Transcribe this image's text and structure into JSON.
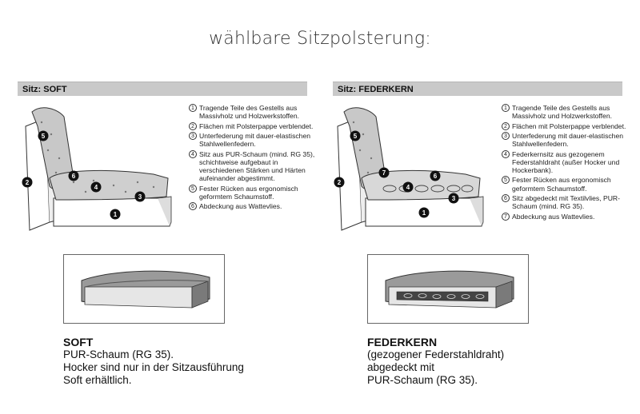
{
  "page": {
    "title": "wählbare Sitzpolsterung:"
  },
  "soft": {
    "header": "Sitz: SOFT",
    "drawing_labels": [
      "5",
      "2",
      "6",
      "4",
      "3",
      "1"
    ],
    "notes": [
      "Tragende Teile des Gestells aus Massivholz und Holzwerkstoffen.",
      "Flächen mit Polsterpappe verblendet.",
      "Unterfederung mit dauer-elastischen Stahlwellenfedern.",
      "Sitz aus PUR-Schaum (mind. RG 35), schichtweise aufgebaut in verschiedenen Stärken und Härten aufeinander abgestimmt.",
      "Fester Rücken aus ergonomisch geformtem Schaumstoff.",
      "Abdeckung aus Wattevlies."
    ],
    "caption": {
      "head": "SOFT",
      "lines": [
        "PUR-Schaum (RG 35).",
        "Hocker sind nur in der Sitzausführung",
        "Soft erhältlich."
      ]
    }
  },
  "federkern": {
    "header": "Sitz: FEDERKERN",
    "drawing_labels": [
      "5",
      "2",
      "7",
      "6",
      "4",
      "3",
      "1"
    ],
    "notes": [
      "Tragende Teile des Gestells aus Massivholz und Holzwerkstoffen.",
      "Flächen mit Polsterpappe verblendet.",
      "Unterfederung mit dauer-elastischen Stahlwellenfedern.",
      "Federkernsitz aus gezogenem Federstahldraht (außer Hocker und Hockerbank).",
      "Fester Rücken aus ergonomisch geformtem Schaumstoff.",
      "Sitz abgedeckt mit Textilvlies, PUR-Schaum (mind. RG 35).",
      "Abdeckung aus Wattevlies."
    ],
    "caption": {
      "head": "FEDERKERN",
      "lines": [
        "(gezogener Federstahldraht)",
        "abgedeckt mit",
        "PUR-Schaum (RG 35)."
      ]
    }
  }
}
